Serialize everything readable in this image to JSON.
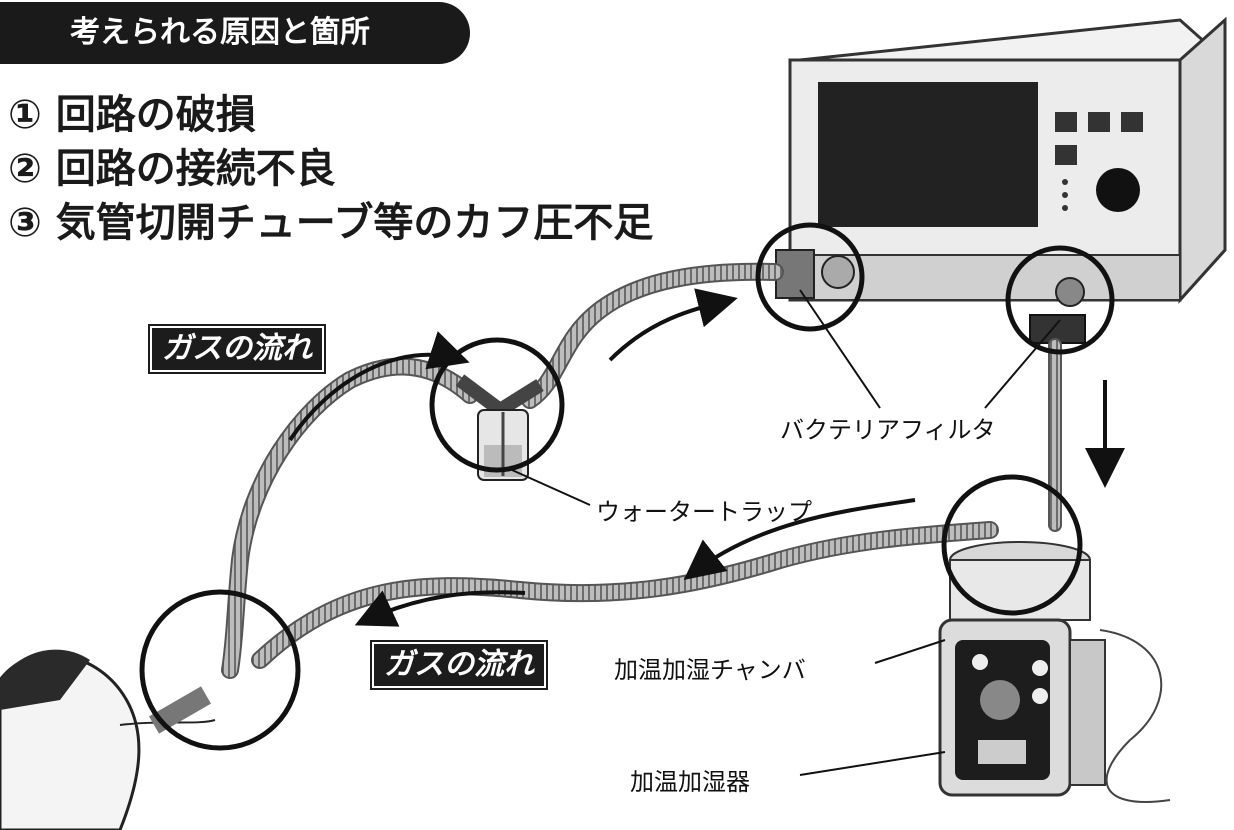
{
  "title": "考えられる原因と箇所",
  "causes": [
    "① 回路の破損",
    "② 回路の接続不良",
    "③ 気管切開チューブ等のカフ圧不足"
  ],
  "gas_flow_label_1": "ガスの流れ",
  "gas_flow_label_2": "ガスの流れ",
  "callouts": {
    "bacteria_filter": "バクテリアフィルタ",
    "water_trap": "ウォータートラップ",
    "chamber": "加温加湿チャンバ",
    "humidifier": "加温加湿器"
  },
  "colors": {
    "ink": "#1a1a1a",
    "device_body": "#f0f0f0",
    "screen": "#222222",
    "hose": "#9a9a9a"
  },
  "icons": [
    "ventilator",
    "humidifier",
    "water-trap",
    "bacteria-filter",
    "patient-head",
    "gas-flow-arrow"
  ]
}
